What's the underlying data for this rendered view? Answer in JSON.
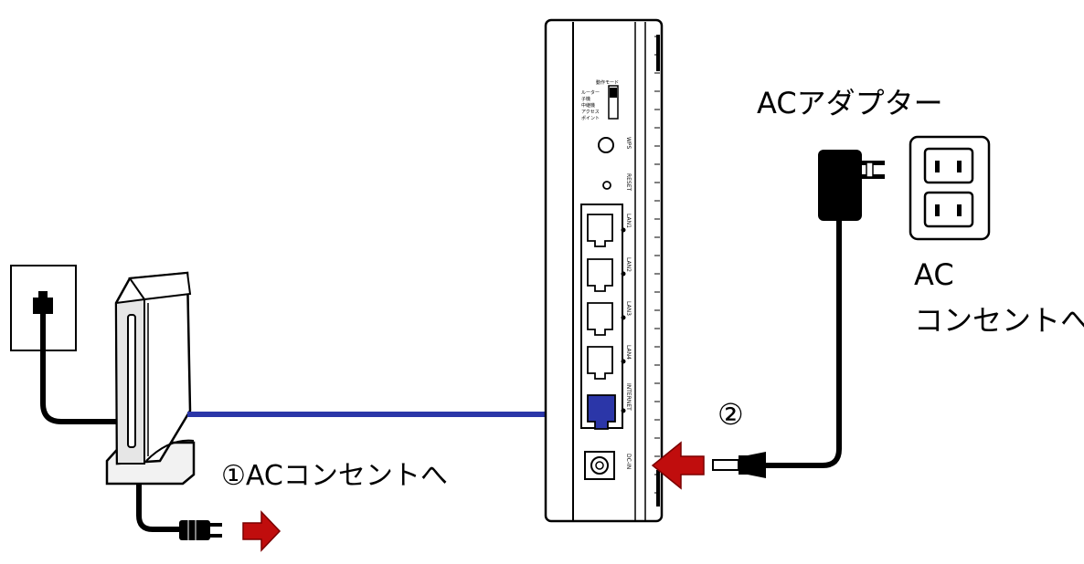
{
  "labels": {
    "ac_adapter": "ACアダプター",
    "wall_outlet_line1": "AC",
    "wall_outlet_line2": "コンセントへ",
    "step1": "①ACコンセントへ",
    "step2": "②"
  },
  "router_panel": {
    "mode_switch_title": "動作モード",
    "mode_options": [
      "ルーター",
      "子機",
      "中継機",
      "アクセス",
      "ポイント"
    ],
    "wps_label": "WPS",
    "reset_label": "RESET",
    "lan_ports": [
      "LAN1",
      "LAN2",
      "LAN3",
      "LAN4"
    ],
    "wan_port": "INTERNET",
    "power_label": "DC-IN"
  },
  "colors": {
    "lan_cable": "#2b36a8",
    "arrow": "#c00d0d",
    "outline": "#000000"
  }
}
